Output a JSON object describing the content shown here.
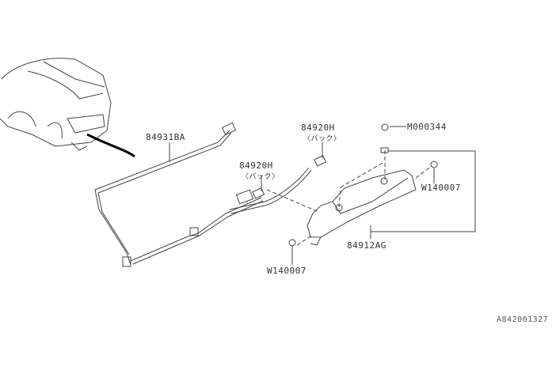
{
  "diagram": {
    "parts": {
      "harness": "84931BA",
      "bulb_upper": "84920H",
      "bulb_upper_note": "〈バック〉",
      "bulb_lower": "84920H",
      "bulb_lower_note": "〈バック〉",
      "clip": "M000344",
      "screw_right": "W140007",
      "screw_left": "W140007",
      "lamp": "84912AG"
    },
    "figure_code": "A842001327",
    "line_color": "#444444"
  }
}
